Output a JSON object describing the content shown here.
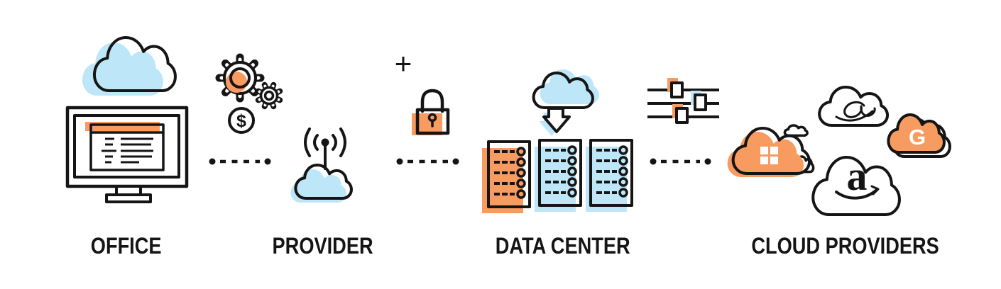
{
  "colors": {
    "background": "#ffffff",
    "outline": "#151515",
    "accent_orange": "#F89B60",
    "accent_blue": "#BDE7F8"
  },
  "sections": {
    "office": {
      "label": "OFFICE"
    },
    "provider": {
      "label": "PROVIDER"
    },
    "data_center": {
      "label": "DATA CENTER"
    },
    "cloud_providers": {
      "label": "CLOUD PROVIDERS"
    }
  },
  "glyphs": {
    "plus": "+",
    "dollar": "$",
    "google_initial": "G",
    "amazon_initial": "a"
  }
}
